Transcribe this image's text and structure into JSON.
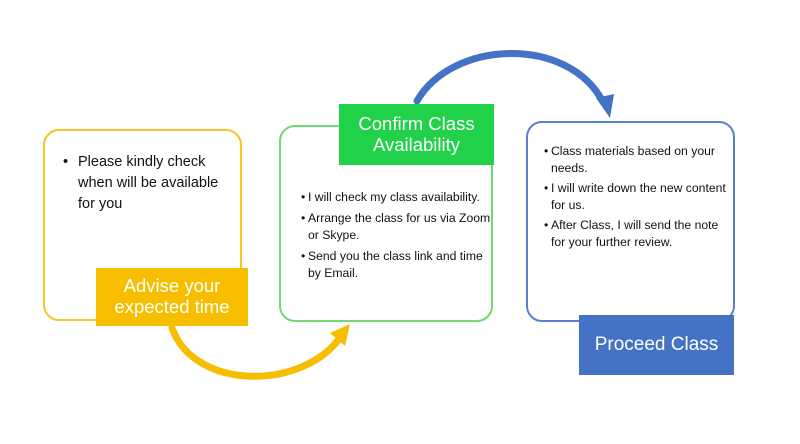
{
  "steps": [
    {
      "label_lines": [
        "Advise your",
        "expected time"
      ],
      "items": [
        "Please kindly check when will be available for you"
      ]
    },
    {
      "label_lines": [
        "Confirm Class",
        "Availability"
      ],
      "items": [
        "I will check my class availability.",
        "Arrange the class for us via Zoom or Skype.",
        "Send you the class link and time by Email."
      ]
    },
    {
      "label_lines": [
        "Proceed Class"
      ],
      "items": [
        "Class materials based on your needs.",
        "I will write down the new content for us.",
        "After Class, I will send the note for your further review."
      ]
    }
  ],
  "colors": {
    "step1_border": "#F8C424",
    "step1_label": "#F7BE00",
    "step2_border": "#6FDB70",
    "step2_label": "#22D14A",
    "step3_border": "#5B7FD0",
    "step3_label": "#4472C4",
    "arrow_yellow": "#F7BE00",
    "arrow_blue": "#4472C4"
  }
}
